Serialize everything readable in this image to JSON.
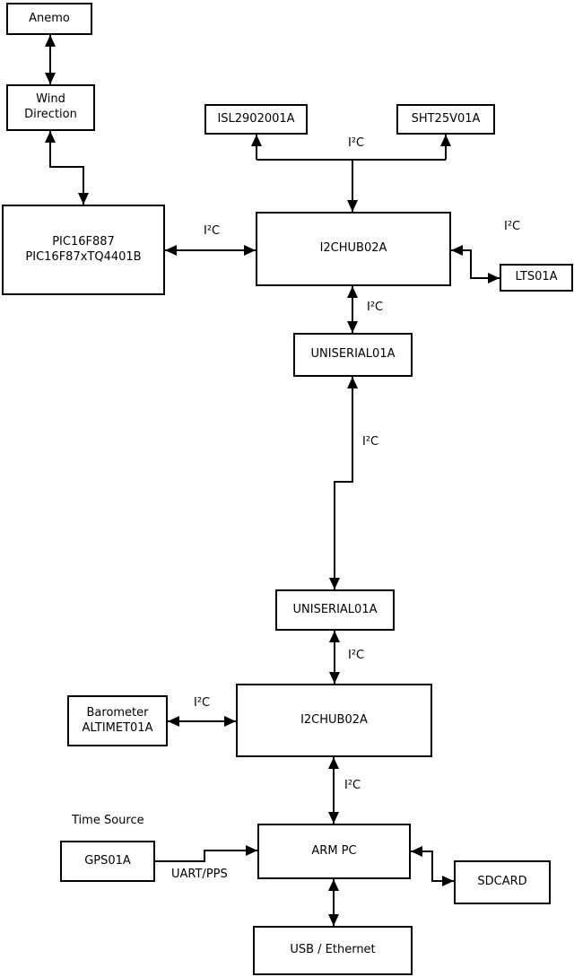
{
  "diagram": {
    "colors": {
      "background": "#ffffff",
      "line": "#000000",
      "box_fill": "#ffffff",
      "text": "#000000"
    },
    "boxes": {
      "anemo": {
        "label": "Anemo"
      },
      "wind_direction": {
        "line1": "Wind",
        "line2": "Direction"
      },
      "pic": {
        "line1": "PIC16F887",
        "line2": "PIC16F87xTQ4401B"
      },
      "isl": {
        "label": "ISL2902001A"
      },
      "sht": {
        "label": "SHT25V01A"
      },
      "i2c_hub_1": {
        "label": "I2CHUB02A"
      },
      "lts": {
        "label": "LTS01A"
      },
      "uniserial_1": {
        "label": "UNISERIAL01A"
      },
      "uniserial_2": {
        "label": "UNISERIAL01A"
      },
      "i2c_hub_2": {
        "label": "I2CHUB02A"
      },
      "barometer": {
        "line1": "Barometer",
        "line2": "ALTIMET01A"
      },
      "arm_pc": {
        "label": "ARM PC"
      },
      "gps": {
        "label": "GPS01A"
      },
      "sdcard": {
        "label": "SDCARD"
      },
      "usb_ethernet": {
        "label": "USB / Ethernet"
      }
    },
    "edge_labels": {
      "i2c_sensors": "I²C",
      "i2c_pic": "I²C",
      "i2c_lts": "I²C",
      "i2c_hub1_uniserial1": "I²C",
      "i2c_uniserial_link": "I²C",
      "i2c_uniserial2_hub2": "I²C",
      "i2c_barometer": "I²C",
      "i2c_hub2_armpc": "I²C",
      "time_source": "Time Source",
      "uart_pps": "UART/PPS"
    }
  }
}
